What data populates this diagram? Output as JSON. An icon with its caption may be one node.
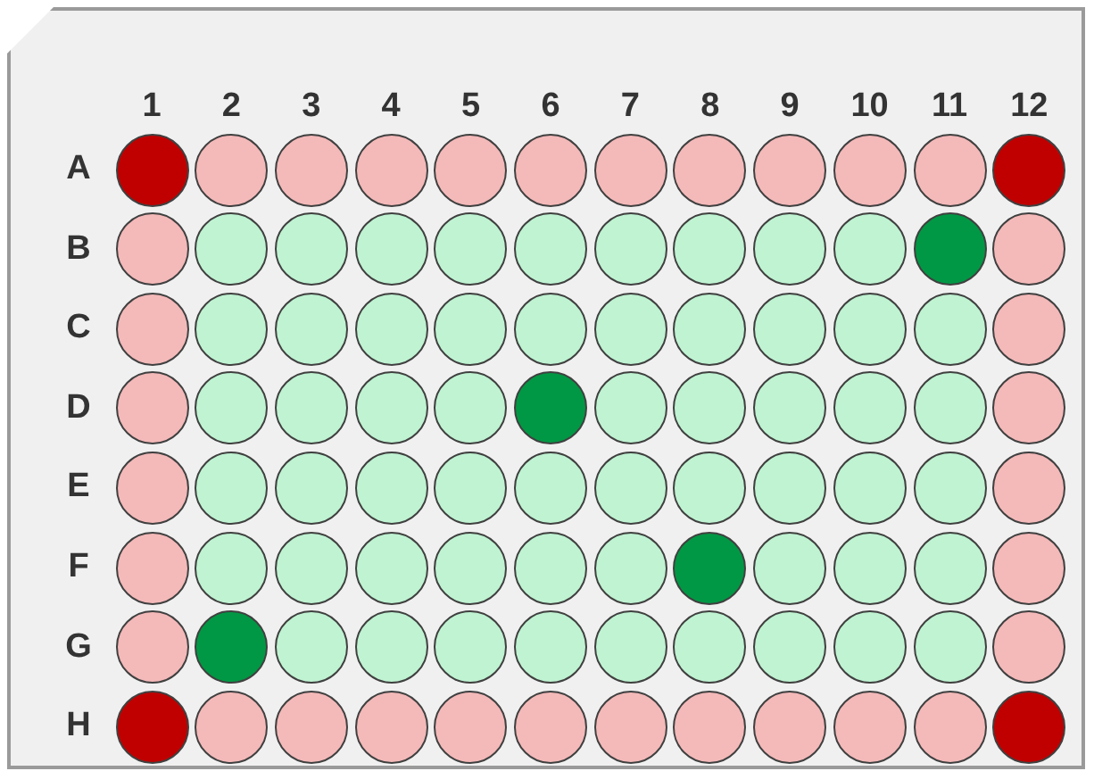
{
  "diagram": {
    "nodes": [
      {
        "text": [],
        "shape": "box"
      },
      {
        "text": [],
        "shape": "circle",
        "in": 0
      },
      {
        "text": [],
        "shape": "circle",
        "in": 0
      },
      {
        "text": [],
        "shape": "circle",
        "in": 0
      },
      {
        "text": [],
        "shape": "circle",
        "in": 0
      },
      {
        "text": [],
        "shape": "circle",
        "in": 0
      },
      {
        "text": [],
        "shape": "circle",
        "in": 0
      },
      {
        "text": [],
        "shape": "circle",
        "in": 0
      },
      {
        "text": [],
        "shape": "circle",
        "in": 0
      },
      {
        "text": [],
        "shape": "circle",
        "in": 0
      },
      {
        "text": [],
        "shape": "circle",
        "in": 0
      },
      {
        "text": [],
        "shape": "circle",
        "in": 0
      },
      {
        "text": [],
        "shape": "circle",
        "in": 0
      },
      {
        "text": [],
        "shape": "circle",
        "in": 0
      },
      {
        "text": [],
        "shape": "circle",
        "in": 0
      },
      {
        "text": [],
        "shape": "circle",
        "in": 0
      },
      {
        "text": [],
        "shape": "circle",
        "in": 0
      },
      {
        "text": [],
        "shape": "circle",
        "in": 0
      },
      {
        "text": [],
        "shape": "circle",
        "in": 0
      },
      {
        "text": [],
        "shape": "circle",
        "in": 0
      },
      {
        "text": [],
        "shape": "circle",
        "in": 0
      },
      {
        "text": [],
        "shape": "circle",
        "in": 0
      },
      {
        "text": [],
        "shape": "circle",
        "in": 0
      },
      {
        "text": [],
        "shape": "circle",
        "in": 0
      },
      {
        "text": [],
        "shape": "circle",
        "in": 0
      },
      {
        "text": [],
        "shape": "circle",
        "in": 0
      },
      {
        "text": [],
        "shape": "circle",
        "in": 0
      },
      {
        "text": [],
        "shape": "circle",
        "in": 0
      },
      {
        "text": [],
        "shape": "circle",
        "in": 0
      },
      {
        "text": [],
        "shape": "circle",
        "in": 0
      },
      {
        "text": [],
        "shape": "circle",
        "in": 0
      },
      {
        "text": [],
        "shape": "circle",
        "in": 0
      },
      {
        "text": [],
        "shape": "circle",
        "in": 0
      },
      {
        "text": [],
        "shape": "circle",
        "in": 0
      },
      {
        "text": [],
        "shape": "circle",
        "in": 0
      },
      {
        "text": [],
        "shape": "circle",
        "in": 0
      },
      {
        "text": [],
        "shape": "circle",
        "in": 0
      },
      {
        "text": [],
        "shape": "circle",
        "in": 0
      },
      {
        "text": [],
        "shape": "circle",
        "in": 0
      },
      {
        "text": [],
        "shape": "circle",
        "in": 0
      },
      {
        "text": [],
        "shape": "circle",
        "in": 0
      },
      {
        "text": [],
        "shape": "circle",
        "in": 0
      },
      {
        "text": [],
        "shape": "circle",
        "in": 0
      },
      {
        "text": [],
        "shape": "circle",
        "in": 0
      },
      {
        "text": [],
        "shape": "circle",
        "in": 0
      },
      {
        "text": [],
        "shape": "circle",
        "in": 0
      },
      {
        "text": [],
        "shape": "circle",
        "in": 0
      },
      {
        "text": [],
        "shape": "circle",
        "in": 0
      },
      {
        "text": [],
        "shape": "circle",
        "in": 0
      },
      {
        "text": [],
        "shape": "circle",
        "in": 0
      },
      {
        "text": [],
        "shape": "circle",
        "in": 0
      },
      {
        "text": [],
        "shape": "circle",
        "in": 0
      },
      {
        "text": [],
        "shape": "circle",
        "in": 0
      },
      {
        "text": [],
        "shape": "circle",
        "in": 0
      },
      {
        "text": [],
        "shape": "circle",
        "in": 0
      },
      {
        "text": [],
        "shape": "circle",
        "in": 0
      },
      {
        "text": [],
        "shape": "circle",
        "in": 0
      },
      {
        "text": [],
        "shape": "circle",
        "in": 0
      },
      {
        "text": [],
        "shape": "circle",
        "in": 0
      },
      {
        "text": [],
        "shape": "circle",
        "in": 0
      },
      {
        "text": [],
        "shape": "circle",
        "in": 0
      },
      {
        "text": [],
        "shape": "circle",
        "in": 0
      },
      {
        "text": [],
        "shape": "circle",
        "in": 0
      },
      {
        "text": [],
        "shape": "circle",
        "in": 0
      },
      {
        "text": [],
        "shape": "circle",
        "in": 0
      },
      {
        "text": [],
        "shape": "circle",
        "in": 0
      },
      {
        "text": [],
        "shape": "circle",
        "in": 0
      },
      {
        "text": [],
        "shape": "circle",
        "in": 0
      },
      {
        "text": [],
        "shape": "circle",
        "in": 0
      },
      {
        "text": [],
        "shape": "circle",
        "in": 0
      },
      {
        "text": [],
        "shape": "circle",
        "in": 0
      },
      {
        "text": [],
        "shape": "circle",
        "in": 0
      },
      {
        "text": [],
        "shape": "circle",
        "in": 0
      },
      {
        "text": [],
        "shape": "circle",
        "in": 0
      },
      {
        "text": [],
        "shape": "circle",
        "in": 0
      },
      {
        "text": [],
        "shape": "circle",
        "in": 0
      },
      {
        "text": [],
        "shape": "circle",
        "in": 0
      },
      {
        "text": [],
        "shape": "circle",
        "in": 0
      },
      {
        "text": [],
        "shape": "circle",
        "in": 0
      },
      {
        "text": [],
        "shape": "circle",
        "in": 0
      },
      {
        "text": [],
        "shape": "circle",
        "in": 0
      },
      {
        "text": [],
        "shape": "circle",
        "in": 0
      },
      {
        "text": [],
        "shape": "circle",
        "in": 0
      },
      {
        "text": [],
        "shape": "circle",
        "in": 0
      },
      {
        "text": [],
        "shape": "circle",
        "in": 0
      },
      {
        "text": [],
        "shape": "circle",
        "in": 0
      },
      {
        "text": [],
        "shape": "circle",
        "in": 0
      },
      {
        "text": [],
        "shape": "circle",
        "in": 0
      },
      {
        "text": [],
        "shape": "circle",
        "in": 0
      },
      {
        "text": [],
        "shape": "circle",
        "in": 0
      },
      {
        "text": [],
        "shape": "circle",
        "in": 0
      },
      {
        "text": [],
        "shape": "circle",
        "in": 0
      },
      {
        "text": [],
        "shape": "circle",
        "in": 0
      },
      {
        "text": [],
        "shape": "circle",
        "in": 0
      },
      {
        "text": [],
        "shape": "circle",
        "in": 0
      },
      {
        "text": [],
        "shape": "circle",
        "in": 0
      },
      {
        "text": [],
        "shape": "circle",
        "in": 0
      }
    ],
    "labels": [
      "1",
      "2",
      "3",
      "4",
      "5",
      "6",
      "7",
      "8",
      "9",
      "10",
      "11",
      "12",
      "A",
      "B",
      "C",
      "D",
      "E",
      "F",
      "G",
      "H"
    ]
  }
}
